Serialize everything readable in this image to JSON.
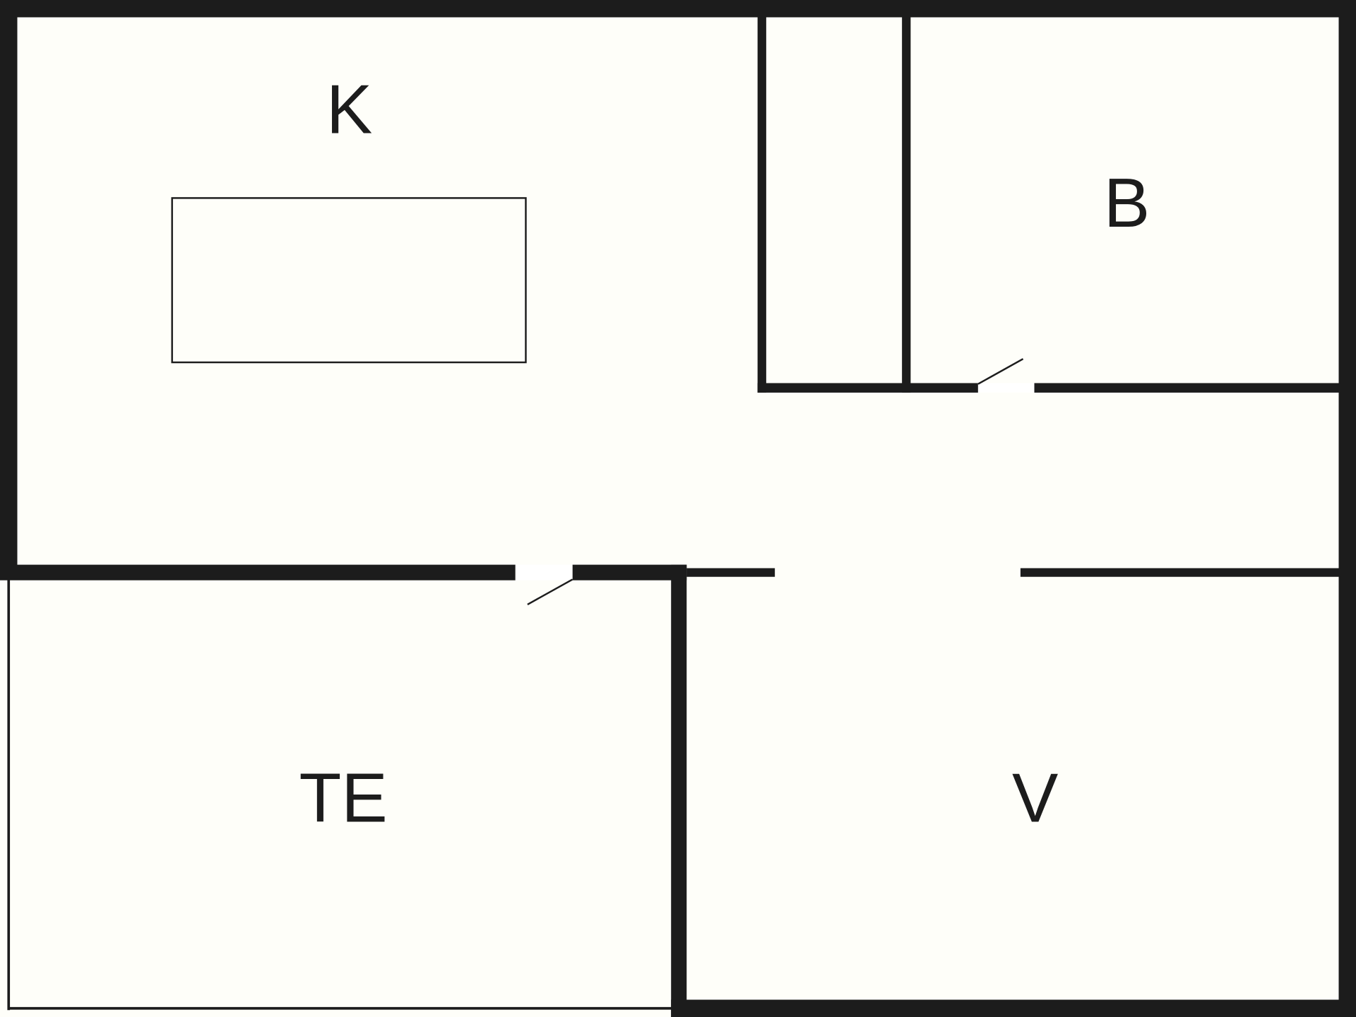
{
  "colors": {
    "background": "#fefef9",
    "wall": "#1c1c1c",
    "door_gap": "#ffffff"
  },
  "rooms": {
    "k": {
      "label": "K"
    },
    "b": {
      "label": "B"
    },
    "te": {
      "label": "TE"
    },
    "v": {
      "label": "V"
    }
  }
}
